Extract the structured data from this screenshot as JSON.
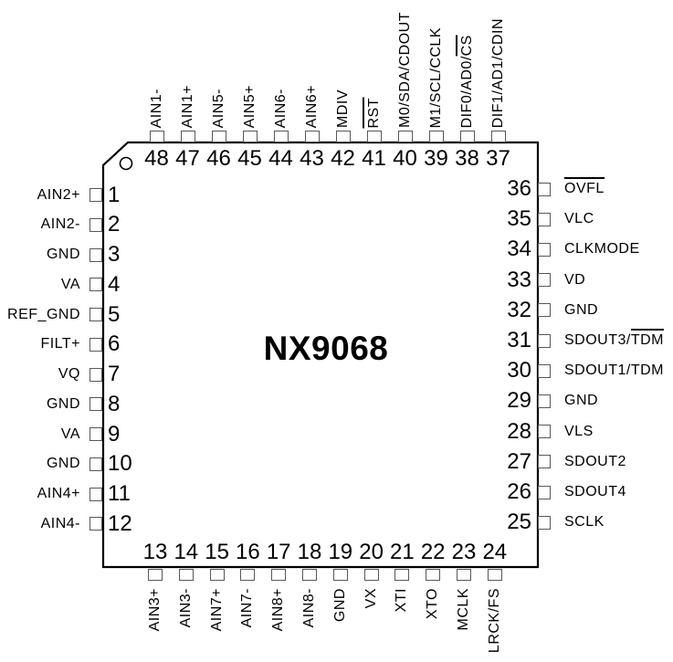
{
  "chip": {
    "name": "NX9068"
  },
  "pins": {
    "top": [
      {
        "num": "48",
        "label": "AIN1-"
      },
      {
        "num": "47",
        "label": "AIN1+"
      },
      {
        "num": "46",
        "label": "AIN5-"
      },
      {
        "num": "45",
        "label": "AIN5+"
      },
      {
        "num": "44",
        "label": "AIN6-"
      },
      {
        "num": "43",
        "label": "AIN6+"
      },
      {
        "num": "42",
        "label": "MDIV"
      },
      {
        "num": "41",
        "label": "RST",
        "overline": "RST"
      },
      {
        "num": "40",
        "label": "M0/SDA/CDOUT"
      },
      {
        "num": "39",
        "label": "M1/SCL/CCLK"
      },
      {
        "num": "38",
        "label": "DIF0/AD0/CS",
        "overline": "CS"
      },
      {
        "num": "37",
        "label": "DIF1/AD1/CDIN"
      }
    ],
    "left": [
      {
        "num": "1",
        "label": "AIN2+"
      },
      {
        "num": "2",
        "label": "AIN2-"
      },
      {
        "num": "3",
        "label": "GND"
      },
      {
        "num": "4",
        "label": "VA"
      },
      {
        "num": "5",
        "label": "REF_GND"
      },
      {
        "num": "6",
        "label": "FILT+"
      },
      {
        "num": "7",
        "label": "VQ"
      },
      {
        "num": "8",
        "label": "GND"
      },
      {
        "num": "9",
        "label": "VA"
      },
      {
        "num": "10",
        "label": "GND"
      },
      {
        "num": "11",
        "label": "AIN4+"
      },
      {
        "num": "12",
        "label": "AIN4-"
      }
    ],
    "right": [
      {
        "num": "36",
        "label": "OVFL",
        "overline": "OVFL"
      },
      {
        "num": "35",
        "label": "VLC"
      },
      {
        "num": "34",
        "label": "CLKMODE"
      },
      {
        "num": "33",
        "label": "VD"
      },
      {
        "num": "32",
        "label": "GND"
      },
      {
        "num": "31",
        "label": "SDOUT3/TDM",
        "overline": "TDM"
      },
      {
        "num": "30",
        "label": "SDOUT1/TDM"
      },
      {
        "num": "29",
        "label": "GND"
      },
      {
        "num": "28",
        "label": "VLS"
      },
      {
        "num": "27",
        "label": "SDOUT2"
      },
      {
        "num": "26",
        "label": "SDOUT4"
      },
      {
        "num": "25",
        "label": "SCLK"
      }
    ],
    "bottom": [
      {
        "num": "13",
        "label": "AIN3+"
      },
      {
        "num": "14",
        "label": "AIN3-"
      },
      {
        "num": "15",
        "label": "AIN7+"
      },
      {
        "num": "16",
        "label": "AIN7-"
      },
      {
        "num": "17",
        "label": "AIN8+"
      },
      {
        "num": "18",
        "label": "AIN8-"
      },
      {
        "num": "19",
        "label": "GND"
      },
      {
        "num": "20",
        "label": "VX"
      },
      {
        "num": "21",
        "label": "XTI"
      },
      {
        "num": "22",
        "label": "XTO"
      },
      {
        "num": "23",
        "label": "MCLK"
      },
      {
        "num": "24",
        "label": "LRCK/FS"
      }
    ]
  }
}
